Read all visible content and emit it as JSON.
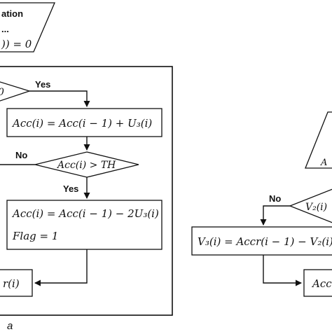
{
  "top_node": {
    "line1": "ation",
    "line2": "...",
    "line3": ")) = 0"
  },
  "left_diagram": {
    "first_decision_fragment": "0",
    "yes_label_1": "Yes",
    "step_1": "Acc(i) = Acc(i − 1) + U₃(i)",
    "no_label_1": "No",
    "decision_2": "Acc(i) > TH",
    "yes_label_2": "Yes",
    "step_2_line1": "Acc(i) = Acc(i − 1) − 2U₃(i)",
    "step_2_line2": "Flag = 1",
    "bottom_fragment": "r(i)",
    "caption": "a"
  },
  "right_diagram": {
    "no_label": "No",
    "decision_fragment": "V₂(i)",
    "step_1": "V₃(i) = Accr(i − 1) − V₂(i)",
    "bottom_fragment": "Acc"
  }
}
